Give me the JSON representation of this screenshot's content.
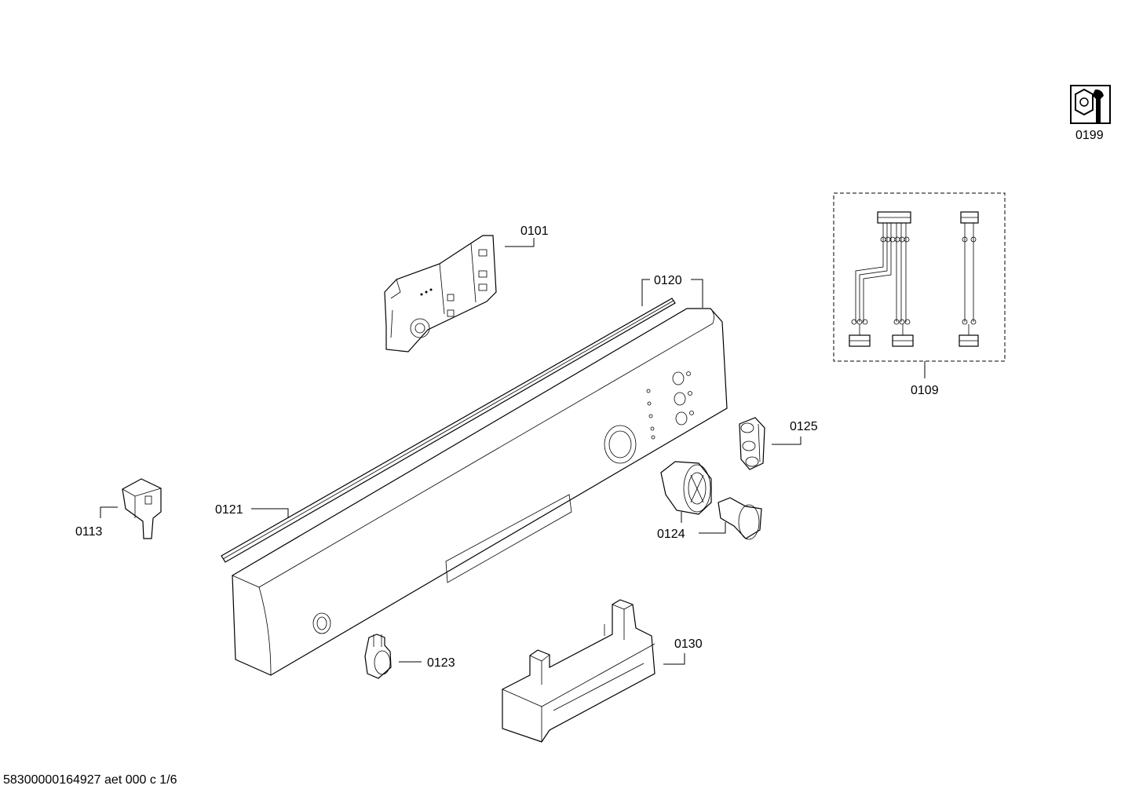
{
  "labels": {
    "p0199": "0199",
    "p0101": "0101",
    "p0120": "0120",
    "p0109": "0109",
    "p0125": "0125",
    "p0121": "0121",
    "p0113": "0113",
    "p0124": "0124",
    "p0123": "0123",
    "p0130": "0130"
  },
  "footer": {
    "doc_id": "58300000164927 aet 000 c 1/6"
  }
}
